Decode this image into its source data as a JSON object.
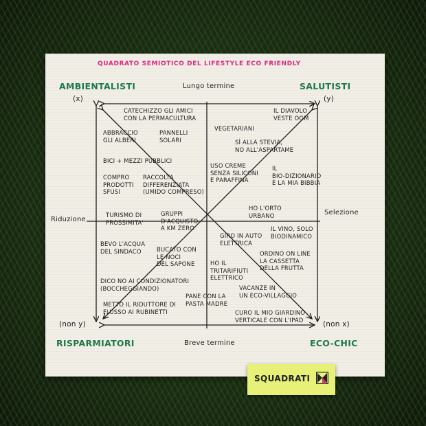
{
  "title": "QUADRATO SEMIOTICO DEL LIFESTYLE ECO FRIENDLY",
  "corners": {
    "top_left": "AMBIENTALISTI",
    "top_left_sub": "(x)",
    "top_right": "SALUTISTI",
    "top_right_sub": "(y)",
    "bottom_left": "RISPARMIATORI",
    "bottom_left_sub": "(non y)",
    "bottom_right": "ECO-CHIC",
    "bottom_right_sub": "(non x)"
  },
  "axes": {
    "top": "Lungo termine",
    "bottom": "Breve termine",
    "left": "Riduzione",
    "right": "Selezione"
  },
  "items": {
    "catechizzo": "CATECHIZZO GLI AMICI\nCON LA PERMACULTURA",
    "abbraccio": "ABBRACCIO\nGLI ALBERI",
    "pannelli": "PANNELLI\nSOLARI",
    "bici": "BICI + MEZZI PUBBLICI",
    "compro": "COMPRO\nPRODOTTI\nSFUSI",
    "raccolta": "RACCOLTA\nDIFFERENZIATA\n(UMIDO COMPRESO)",
    "diavolo": "IL DIAVOLO\nVESTE OGM",
    "vegetariani": "VEGETARIANI",
    "stevia": "SÌ ALLA STEVIA,\nNO ALL'ASPARTAME",
    "creme": "USO CREME\nSENZA SILICONI\nE PARAFFINA",
    "biodizionario": "IL\nBIO-DIZIONARIO\nÈ LA MIA BIBBIA",
    "turismo": "TURISMO DI\nPROSSIMITA'",
    "gruppi": "GRUPPI\nD'ACQUISTO\nA KM ZERO",
    "orto": "HO L'ORTO\nURBANO",
    "acqua": "BEVO L'ACQUA\nDEL SINDACO",
    "bucato": "BUCATO CON\nLE NOCI\nDEL SAPONE",
    "condizionatori": "DICO NO AI CONDIZIONATORI\n(BOCCHEGGIANDO)",
    "riduttore": "METTO IL RIDUTTORE DI\nFLUSSO AI RUBINETTI",
    "auto": "GIRO IN AUTO\nELETTRICA",
    "vino": "IL VINO, SOLO\nBIODINAMICO",
    "tritarifiuti": "HO IL\nTRITARIFIUTI\nELETTRICO",
    "cassetta": "ORDINO ON LINE\nLA CASSETTA\nDELLA FRUTTA",
    "pane": "PANE CON LA\nPASTA MADRE",
    "vacanze": "VACANZE IN\nUN ECO-VILLAGGIO",
    "giardino": "CURO IL MIO GIARDINO\nVERTICALE CON L'IPAD"
  },
  "sticky": {
    "label": "SQUADRATI"
  },
  "colors": {
    "title": "#e0267f",
    "corners": "#1e7a4a",
    "napkin": "#f1eee6",
    "sticky": "#e8f177"
  }
}
